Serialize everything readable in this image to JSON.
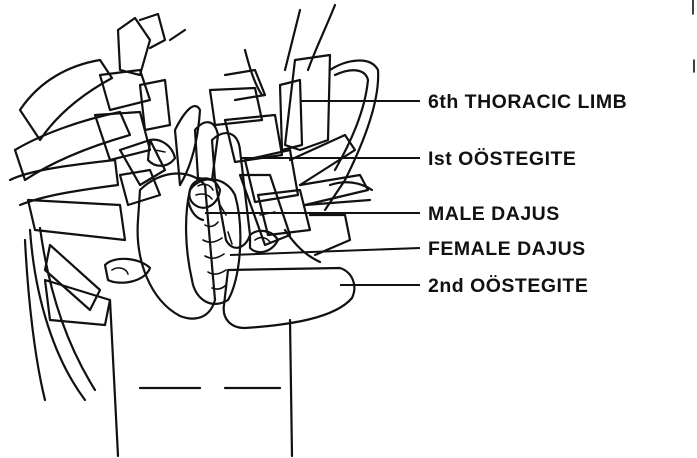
{
  "labels": {
    "thoracic_limb": "6th THORACIC LIMB",
    "first_oostegite": "Ist OÖSTEGITE",
    "male_dajus": "MALE DAJUS",
    "female_dajus": "FEMALE DAJUS",
    "second_oostegite": "2nd OÖSTEGITE"
  },
  "colors": {
    "ink": "#111111",
    "paper": "#ffffff"
  }
}
